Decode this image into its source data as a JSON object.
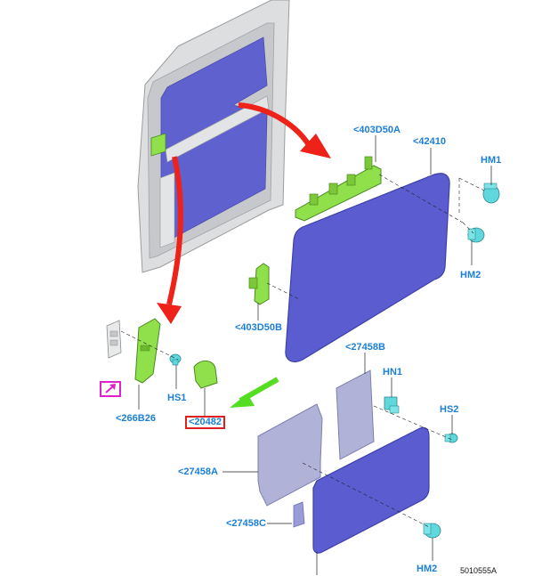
{
  "callouts": {
    "c403d50a": "<403D50A",
    "c42410": "<42410",
    "hm1": "HM1",
    "hm2_top": "HM2",
    "c403d50b": "<403D50B",
    "c27458b": "<27458B",
    "hn1": "HN1",
    "hs2": "HS2",
    "hs1": "HS1",
    "c266b26": "<266B26",
    "c20482": "<20482",
    "c27458a": "<27458A",
    "c27458c": "<27458C",
    "hm2_bottom": "HM2"
  },
  "reference_number": "5010555A",
  "colors": {
    "panel_fill": "#5a5ccf",
    "panel_edge": "#3e40a8",
    "door_frame": "#d8dadd",
    "bracket_green": "#8fe04a",
    "clip_cyan": "#5fd8dd",
    "arrow_red": "#ee2218",
    "arrow_green": "#55dd22",
    "insulation_gray": "#b0b2d8",
    "callout_blue": "#1c7fd6",
    "highlight_red": "#e02020",
    "link_magenta": "#e020c8"
  },
  "icons": {
    "link": "external-link-arrow-icon"
  }
}
